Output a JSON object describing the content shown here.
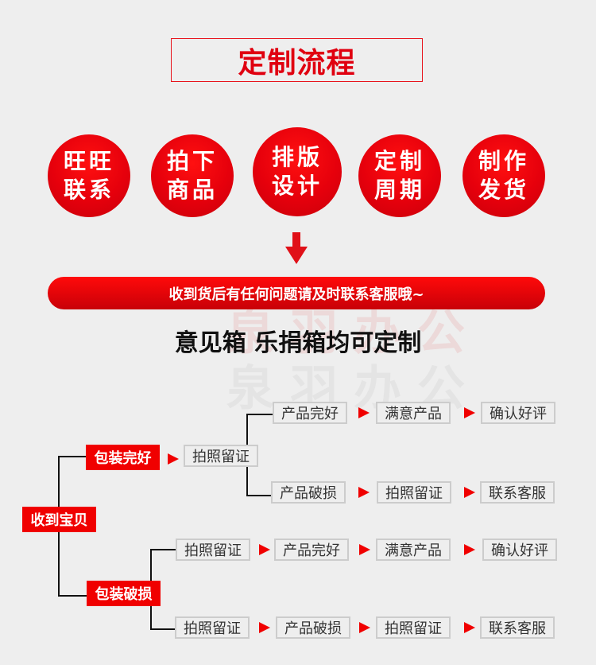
{
  "title": "定制流程",
  "steps": [
    {
      "line1": "旺旺",
      "line2": "联系"
    },
    {
      "line1": "拍下",
      "line2": "商品"
    },
    {
      "line1": "排版",
      "line2": "设计"
    },
    {
      "line1": "定制",
      "line2": "周期"
    },
    {
      "line1": "制作",
      "line2": "发货"
    }
  ],
  "notice": "收到货后有任何问题请及时联系客服哦~",
  "heading": "意见箱 乐捐箱均可定制",
  "watermark": "泉羽办公",
  "tree": {
    "root": "收到宝贝",
    "good_package": "包装完好",
    "damaged_package": "包装破损",
    "photo": "拍照留证",
    "product_good": "产品完好",
    "product_damaged": "产品破损",
    "satisfied": "满意产品",
    "confirm_review": "确认好评",
    "contact_service": "联系客服"
  },
  "colors": {
    "accent": "#f00000",
    "background": "#eeeeee"
  }
}
